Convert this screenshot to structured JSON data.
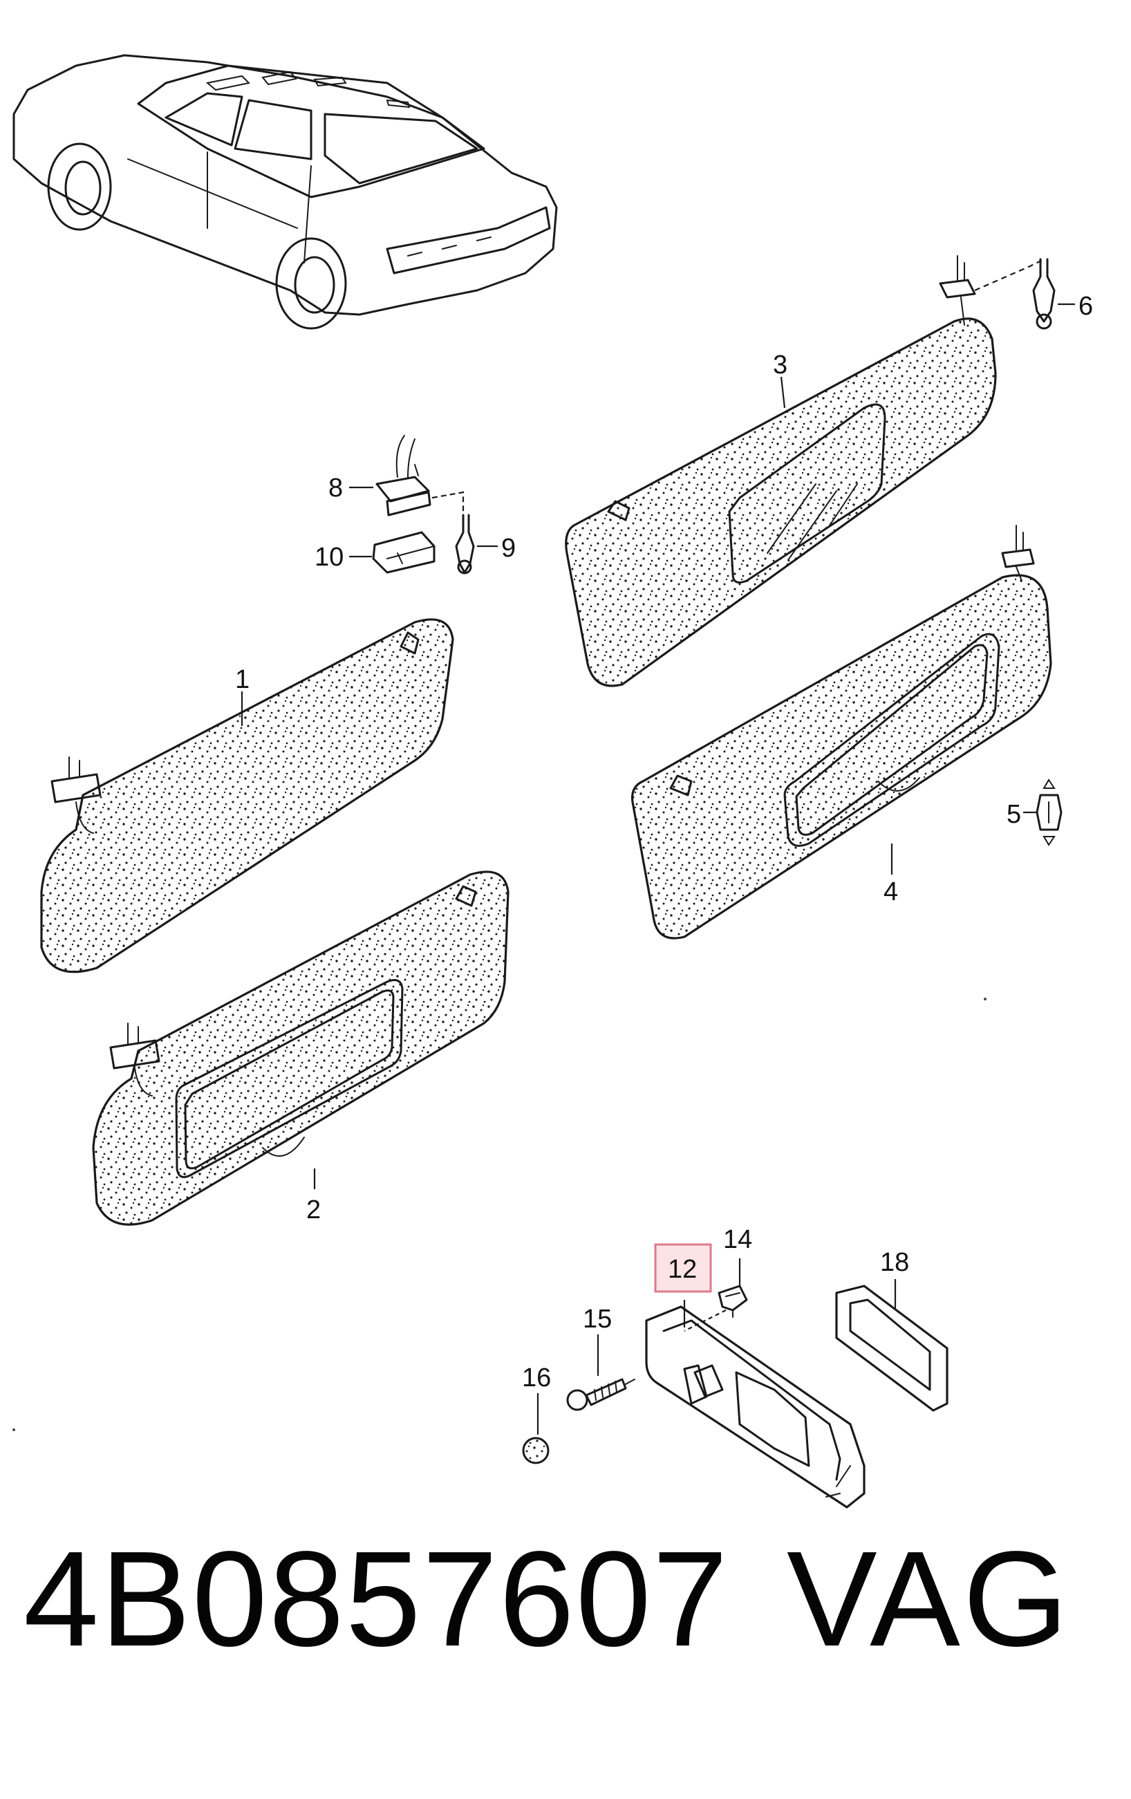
{
  "callouts": {
    "c1": "1",
    "c2": "2",
    "c3": "3",
    "c4": "4",
    "c5": "5",
    "c6": "6",
    "c8": "8",
    "c9": "9",
    "c10": "10",
    "c12": "12",
    "c14": "14",
    "c15": "15",
    "c16": "16",
    "c18": "18"
  },
  "highlighted_callout": "12",
  "footer": {
    "part_number": "4B0857607",
    "brand": "VAG"
  },
  "colors": {
    "line": "#1a1a1a",
    "highlight_fill": "#fbe3e6",
    "highlight_stroke": "#e07a8a",
    "background": "#ffffff"
  }
}
